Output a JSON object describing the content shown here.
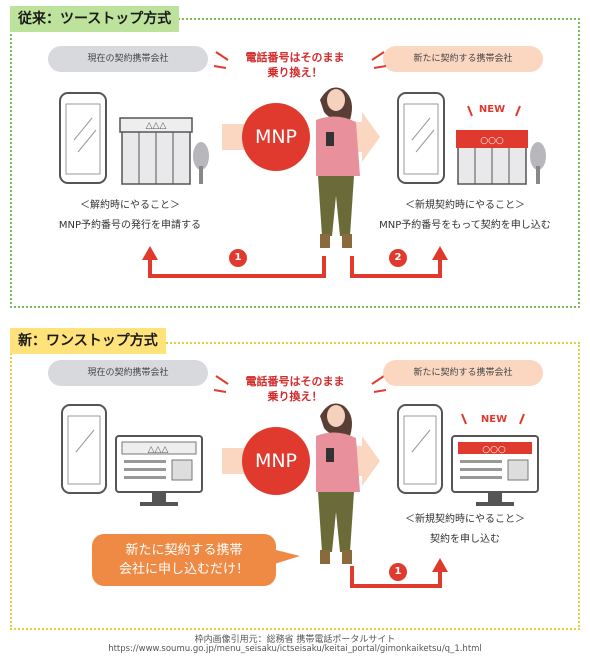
{
  "section1": {
    "title": "従来：ツーストップ方式",
    "current_carrier": "現在の契約携帯会社",
    "new_carrier": "新たに契約する携帯会社",
    "callout_line1": "電話番号はそのまま",
    "callout_line2": "乗り換え！",
    "mnp": "MNP",
    "new_badge": "NEW",
    "left_heading": "＜解約時にやること＞",
    "left_body": "MNP予約番号の発行を申請する",
    "right_heading": "＜新規契約時にやること＞",
    "right_body": "MNP予約番号をもって契約を申し込む",
    "step1": "1",
    "step2": "2"
  },
  "section2": {
    "title": "新：ワンストップ方式",
    "current_carrier": "現在の契約携帯会社",
    "new_carrier": "新たに契約する携帯会社",
    "callout_line1": "電話番号はそのまま",
    "callout_line2": "乗り換え！",
    "mnp": "MNP",
    "new_badge": "NEW",
    "right_heading": "＜新規契約時にやること＞",
    "right_body": "契約を申し込む",
    "speech_line1": "新たに契約する携帯",
    "speech_line2": "会社に申し込むだけ！",
    "step1": "1"
  },
  "footer": {
    "line1": "枠内画像引用元：総務省 携帯電話ポータルサイト",
    "line2": "https://www.soumu.go.jp/menu_seisaku/ictseisaku/keitai_portal/gimonkaiketsu/q_1.html"
  },
  "colors": {
    "accent_red": "#e03a2f",
    "green_border": "#7dbb58",
    "yellow_border": "#e8cc3c",
    "speech_orange": "#ef8a45"
  }
}
